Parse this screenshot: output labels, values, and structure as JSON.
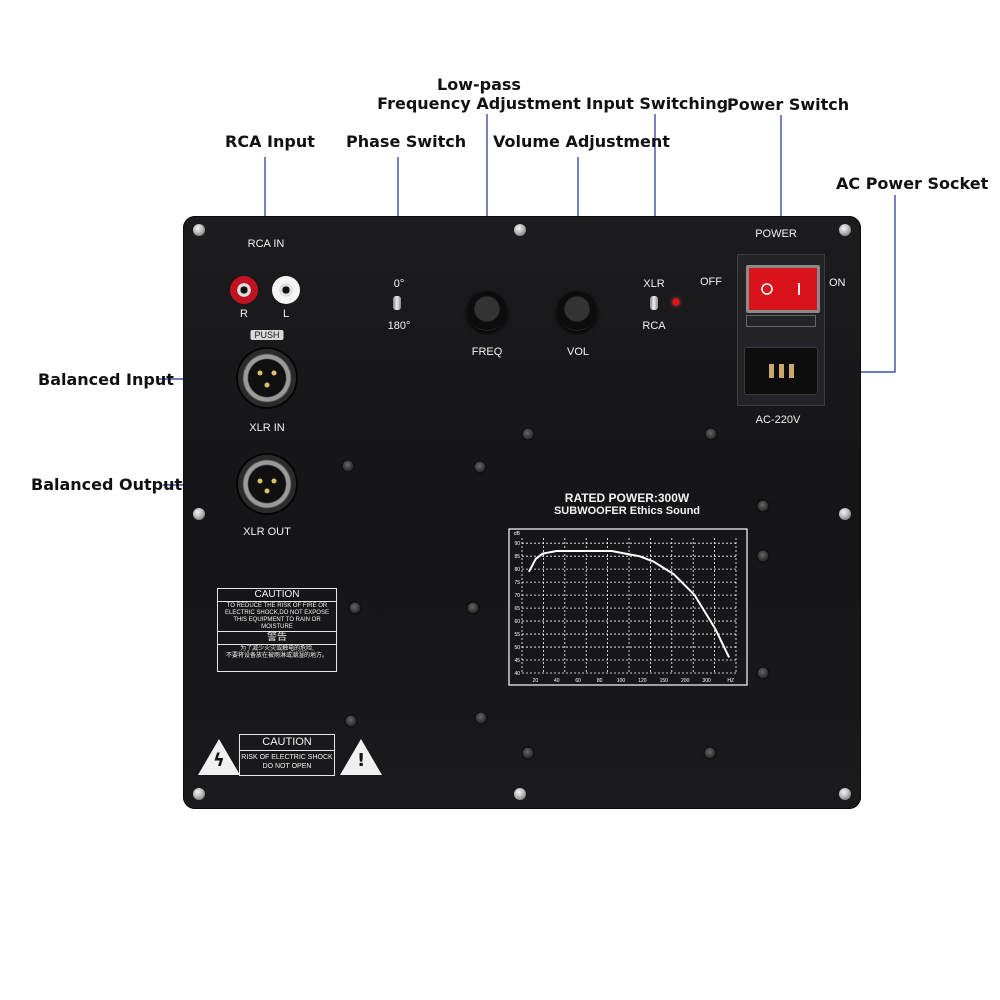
{
  "callouts": {
    "lowpass_line1": "Low-pass",
    "lowpass_line2": "Frequency Adjustment",
    "input_switching": "Input Switching",
    "power_switch": "Power Switch",
    "rca_input": "RCA Input",
    "phase_switch": "Phase Switch",
    "volume_adjustment": "Volume Adjustment",
    "ac_power_socket": "AC Power Socket",
    "balanced_input": "Balanced Input",
    "balanced_output": "Balanced Output"
  },
  "panel": {
    "rca_in": "RCA IN",
    "rca_r": "R",
    "rca_l": "L",
    "push": "PUSH",
    "xlr_in": "XLR IN",
    "xlr_out": "XLR OUT",
    "phase_0": "0°",
    "phase_180": "180°",
    "freq": "FREQ",
    "vol": "VOL",
    "xlr": "XLR",
    "rca": "RCA",
    "power": "POWER",
    "off": "OFF",
    "on": "ON",
    "ac_220v": "AC-220V",
    "rated_power": "RATED POWER:300W",
    "subwoofer": "SUBWOOFER Ethics Sound"
  },
  "caution_main": {
    "title": "CAUTION",
    "line1": "TO REDUCE THE RISK OF FIRE OR",
    "line2": "ELECTRIC SHOCK,DO NOT EXPOSE",
    "line3": "THIS EQUIPMENT TO RAIN OR",
    "line4": "MOISTURE",
    "warning_cn": "警告",
    "cn_line1": "为了减少火灾或触电的危险,",
    "cn_line2": "不要将设备放在被雨淋或潮湿的地方。"
  },
  "caution_shock": {
    "title": "CAUTION",
    "line1": "RISK OF ELECTRIC SHOCK",
    "line2": "DO NOT OPEN"
  },
  "chart_data": {
    "type": "line",
    "x": [
      20,
      30,
      40,
      60,
      80,
      100,
      120,
      140,
      160,
      180,
      200,
      230,
      260,
      290,
      310
    ],
    "y": [
      79,
      84,
      86,
      87,
      87,
      87,
      87,
      87,
      86,
      85,
      83,
      78,
      70,
      57,
      46
    ],
    "xticks": [
      "20",
      "40",
      "60",
      "80",
      "100",
      "120",
      "150",
      "200",
      "300"
    ],
    "xtick_values": [
      20,
      40,
      60,
      80,
      100,
      120,
      150,
      200,
      300
    ],
    "yticks": [
      "40",
      "45",
      "50",
      "55",
      "60",
      "65",
      "70",
      "75",
      "80",
      "85",
      "90"
    ],
    "yunit": "dB",
    "xunit": "HZ",
    "xlim": [
      10,
      320
    ],
    "ylim": [
      40,
      92
    ],
    "grid": true,
    "colors": {
      "line": "#ffffff",
      "grid": "#ffffff",
      "frame": "#ffffff"
    }
  },
  "colors": {
    "panel": "#18181a",
    "leader_line": "#1f2f9a",
    "rocker": "#d8131b",
    "rca_red": "#c1121f"
  }
}
